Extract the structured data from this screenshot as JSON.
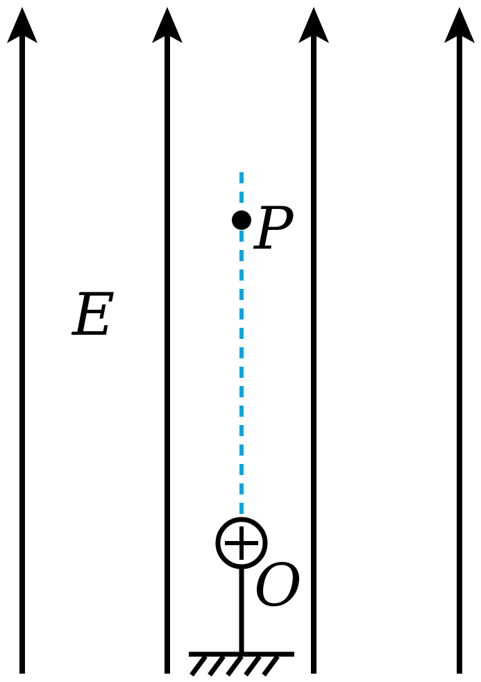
{
  "labels": {
    "field": "E",
    "point_p": "P",
    "point_o": "O",
    "charge_sign": "+"
  },
  "colors": {
    "field_lines": "#000000",
    "path": "#00a6e0",
    "point": "#000000",
    "ground": "#000000"
  },
  "icons": {
    "field_line_arrow": "arrow-up-icon",
    "charge": "positive-charge-icon",
    "support": "ground-icon"
  }
}
